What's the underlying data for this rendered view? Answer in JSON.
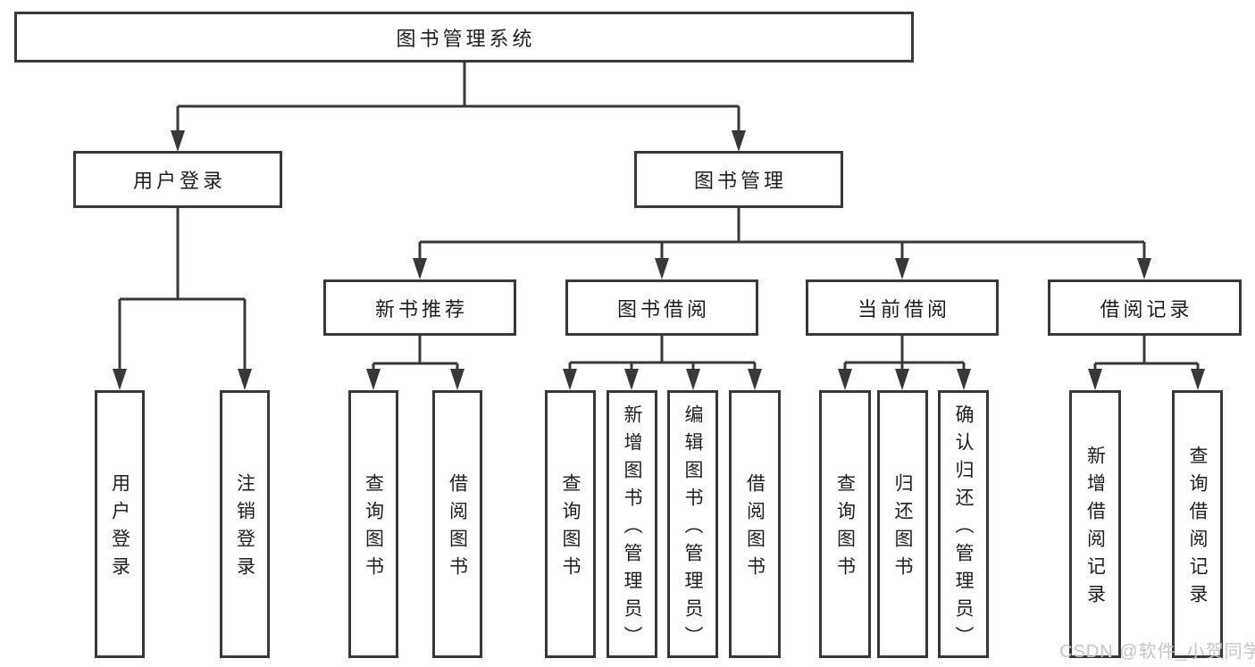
{
  "tree": {
    "root": {
      "label": "图书管理系统",
      "children": [
        {
          "label": "用户登录",
          "children": [
            {
              "label": "用户登录"
            },
            {
              "label": "注销登录"
            }
          ]
        },
        {
          "label": "图书管理",
          "children": [
            {
              "label": "新书推荐",
              "children": [
                {
                  "label": "查询图书"
                },
                {
                  "label": "借阅图书"
                }
              ]
            },
            {
              "label": "图书借阅",
              "children": [
                {
                  "label": "查询图书"
                },
                {
                  "label": "新增图书（管理员）"
                },
                {
                  "label": "编辑图书（管理员）"
                },
                {
                  "label": "借阅图书"
                }
              ]
            },
            {
              "label": "当前借阅",
              "children": [
                {
                  "label": "查询图书"
                },
                {
                  "label": "归还图书"
                },
                {
                  "label": "确认归还（管理员）"
                }
              ]
            },
            {
              "label": "借阅记录",
              "children": [
                {
                  "label": "新增借阅记录"
                },
                {
                  "label": "查询借阅记录"
                }
              ]
            }
          ]
        }
      ]
    }
  },
  "watermark": {
    "text": "CSDN @软件_小贺同学"
  },
  "colors": {
    "line": "#383838",
    "text": "#1e1e1e",
    "background": "#ffffff",
    "watermark": "#c6c6c6"
  }
}
